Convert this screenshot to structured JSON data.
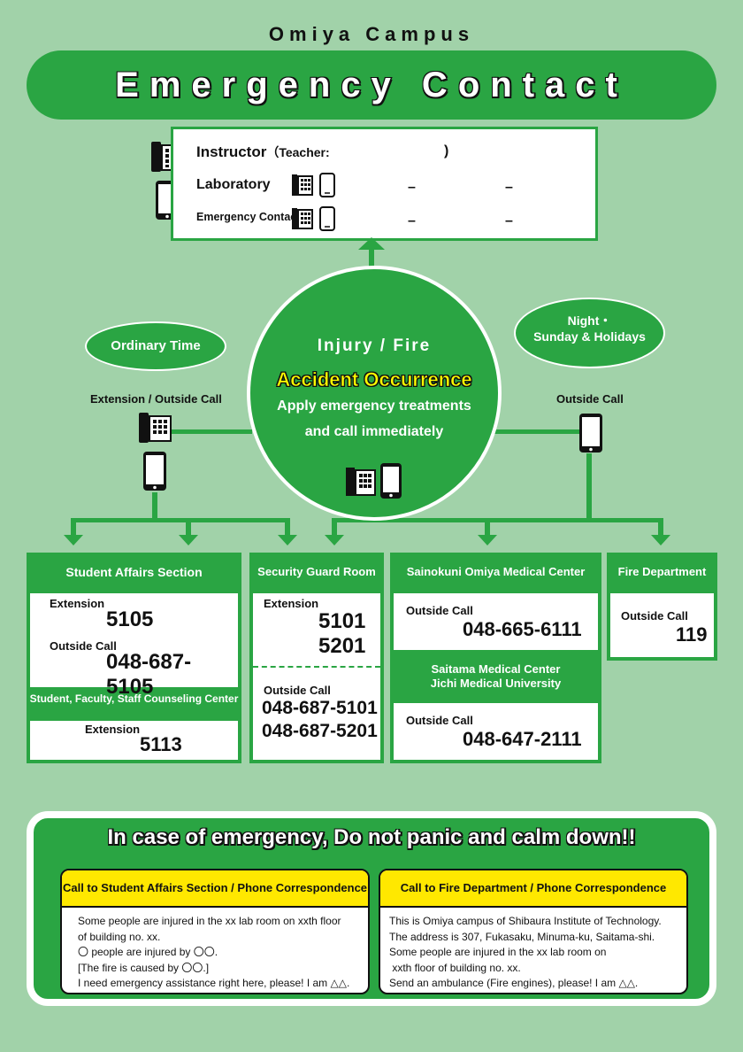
{
  "header": {
    "campus": "Omiya Campus",
    "title": "Emergency Contact System"
  },
  "instructor_box": {
    "instructor_label": "Instructor",
    "teacher_label": "（Teacher:",
    "teacher_close": ")",
    "laboratory_label": "Laboratory",
    "emergency_contact_label": "Emergency Contact",
    "dash": "–"
  },
  "center": {
    "line1": "Injury / Fire",
    "line2": "Accident Occurrence",
    "line3": "Apply emergency treatments",
    "line4": "and call immediately"
  },
  "ordinary": {
    "oval_label": "Ordinary Time",
    "call_label": "Extension / Outside Call"
  },
  "night": {
    "oval_line1": "Night・",
    "oval_line2": "Sunday & Holidays",
    "call_label": "Outside Call"
  },
  "student_affairs": {
    "title": "Student Affairs Section",
    "extension_label": "Extension",
    "extension": "5105",
    "outside_label": "Outside Call",
    "outside": "048-687-5105",
    "counseling_title": "Student, Faculty, Staff Counseling Center",
    "counseling_ext_label": "Extension",
    "counseling_ext": "5113"
  },
  "security": {
    "title": "Security Guard Room",
    "extension_label": "Extension",
    "ext1": "5101",
    "ext2": "5201",
    "outside_label": "Outside Call",
    "out1": "048-687-5101",
    "out2": "048-687-5201"
  },
  "medical": {
    "title": "Sainokuni Omiya Medical Center",
    "outside_label": "Outside Call",
    "outside": "048-665-6111",
    "title2_line1": "Saitama Medical Center",
    "title2_line2": "Jichi Medical University",
    "outside2_label": "Outside Call",
    "outside2": "048-647-2111"
  },
  "fire": {
    "title": "Fire Department",
    "outside_label": "Outside Call",
    "number": "119"
  },
  "emergency": {
    "title": "In case of emergency, Do not panic and calm down!!",
    "card1": {
      "title": "Call to Student Affairs Section / Phone Correspondence",
      "lines": [
        "Some people are injured in the xx lab room on xxth floor",
        "of building no. xx.",
        "〇 people are injured by 〇〇.",
        "[The fire is caused by 〇〇.]",
        "I need emergency assistance right here, please!  I am △△."
      ]
    },
    "card2": {
      "title": "Call to Fire Department / Phone Correspondence",
      "lines": [
        "This is Omiya campus of Shibaura Institute of Technology.",
        "The address is 307, Fukasaku, Minuma-ku, Saitama-shi.",
        "Some people are injured in the xx lab room on",
        " xxth floor of building no. xx.",
        "Send an ambulance (Fire engines), please!  I am  △△."
      ]
    }
  },
  "colors": {
    "background": "#a1d2a9",
    "green": "#2aa543",
    "yellow": "#ffe800",
    "highlight": "#ffff00"
  },
  "icons": [
    "desk-phone-icon",
    "mobile-phone-icon"
  ]
}
